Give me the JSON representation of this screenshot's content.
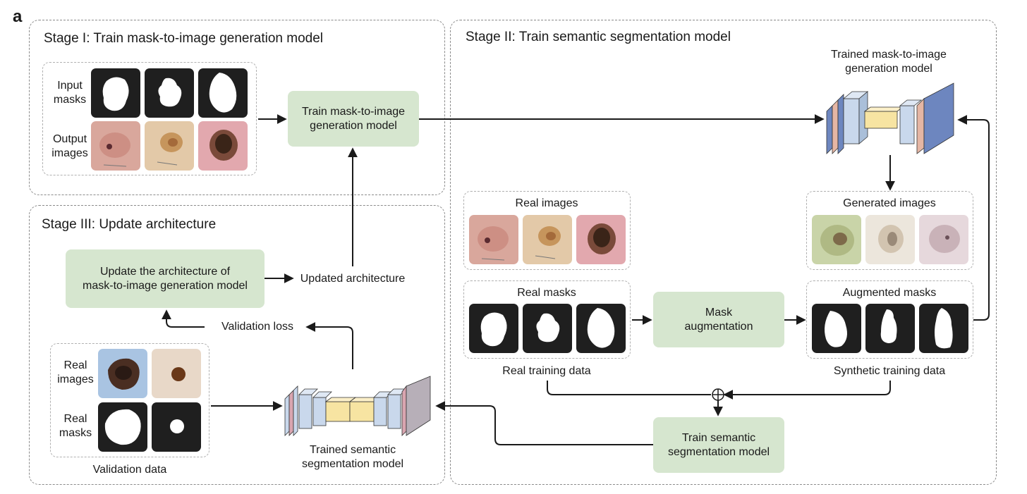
{
  "figure_letter": "a",
  "stage1": {
    "title": "Stage I: Train mask-to-image generation model",
    "input_masks_label": "Input\nmasks",
    "output_images_label": "Output\nimages",
    "train_box": "Train mask-to-image\ngeneration model"
  },
  "stage2": {
    "title": "Stage II: Train semantic segmentation model",
    "trained_model_label": "Trained mask-to-image\ngeneration model",
    "real_images_label": "Real images",
    "real_masks_label": "Real masks",
    "real_training_data": "Real training data",
    "mask_augmentation_box": "Mask\naugmentation",
    "generated_images_label": "Generated images",
    "augmented_masks_label": "Augmented masks",
    "synthetic_training_data": "Synthetic training data",
    "train_seg_box": "Train semantic\nsegmentation model",
    "combine_symbol": "⊕"
  },
  "stage3": {
    "title": "Stage III: Update architecture",
    "update_box": "Update the architecture of\nmask-to-image generation model",
    "updated_architecture": "Updated architecture",
    "validation_loss": "Validation loss",
    "real_images_label": "Real\nimages",
    "real_masks_label": "Real\nmasks",
    "validation_data": "Validation data",
    "trained_seg_label": "Trained semantic\nsegmentation model"
  },
  "colors": {
    "green_box": "#d6e6cf",
    "unet_blue": "#c9d8ec",
    "unet_dark_blue": "#6d86bf",
    "unet_pink": "#e5b6a4",
    "unet_yellow": "#f7e4a2",
    "seg_pink": "#d9a5b0",
    "seg_grey": "#b7afb8"
  }
}
